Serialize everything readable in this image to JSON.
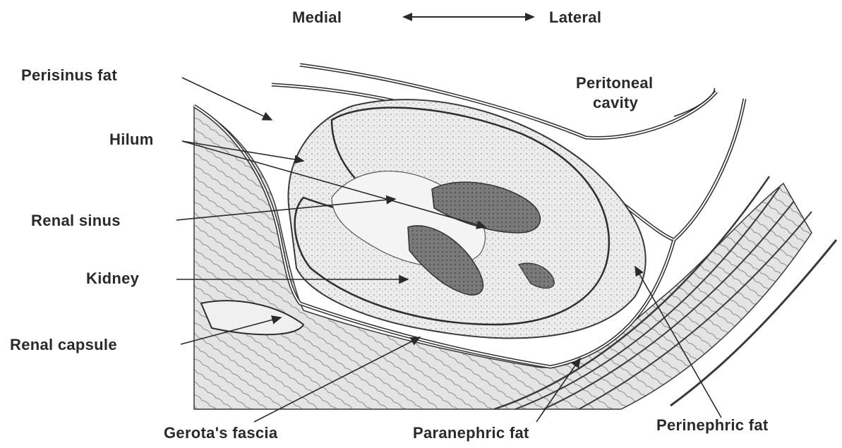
{
  "orientation": {
    "left_label": "Medial",
    "right_label": "Lateral"
  },
  "labels": {
    "perisinus_fat": "Perisinus fat",
    "peritoneal_cavity_line1": "Peritoneal",
    "peritoneal_cavity_line2": "cavity",
    "hilum": "Hilum",
    "renal_sinus": "Renal sinus",
    "kidney": "Kidney",
    "renal_capsule": "Renal capsule",
    "gerotas_fascia": "Gerota's fascia",
    "paranephric_fat": "Paranephric fat",
    "perinephric_fat": "Perinephric fat"
  },
  "colors": {
    "ink": "#2a2a2a",
    "tissue_fill": "#e6e6e6",
    "cortex_fill": "#dcdcdc",
    "medulla_fill": "#8e8e8e",
    "background": "#ffffff"
  }
}
